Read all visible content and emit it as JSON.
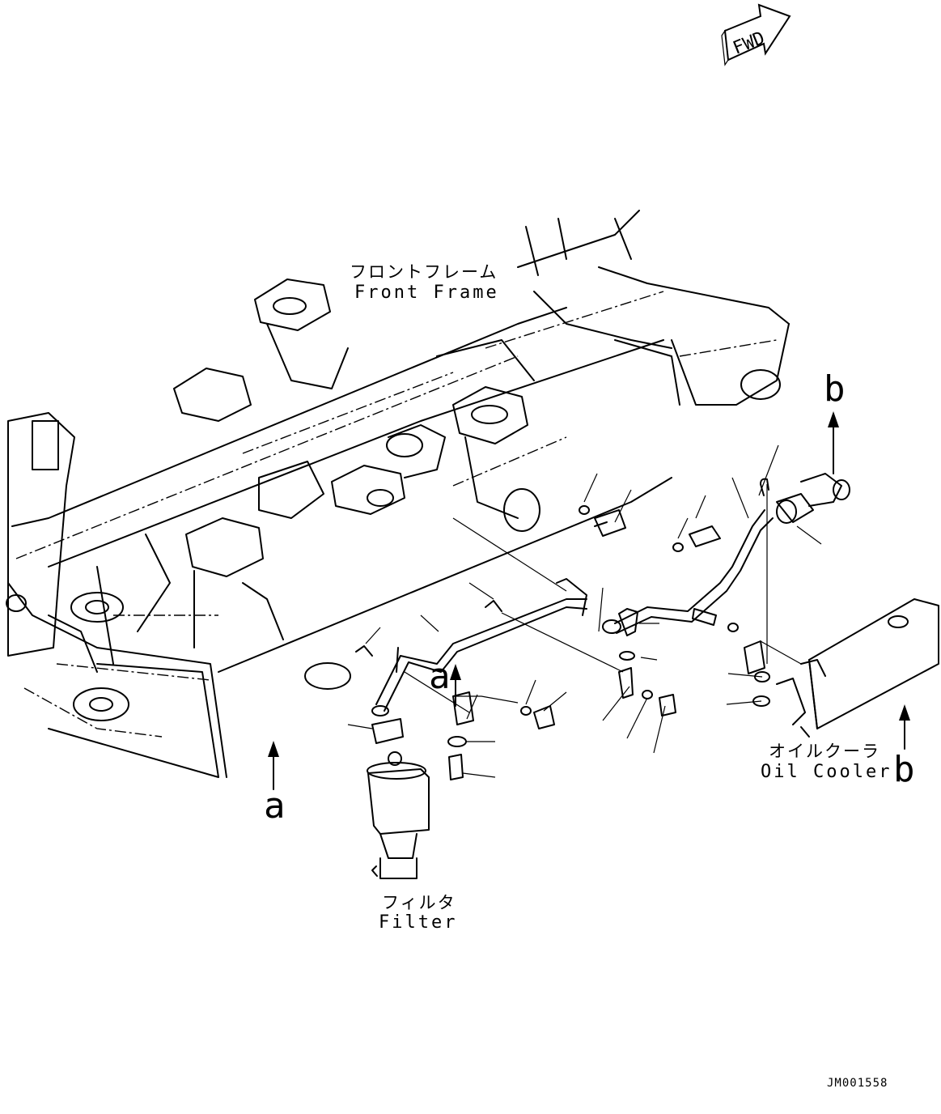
{
  "fwd_badge": "FWD",
  "labels": {
    "front_frame_jp": "フロントフレーム",
    "front_frame_en": "Front Frame",
    "oil_cooler_jp": "オイルクーラ",
    "oil_cooler_en": "Oil Cooler",
    "filter_jp": "フィルタ",
    "filter_en": "Filter"
  },
  "refs": {
    "a_lower": "a",
    "a_upper": "a",
    "b_top": "b",
    "b_right": "b"
  },
  "drawing_code": "JM001558"
}
